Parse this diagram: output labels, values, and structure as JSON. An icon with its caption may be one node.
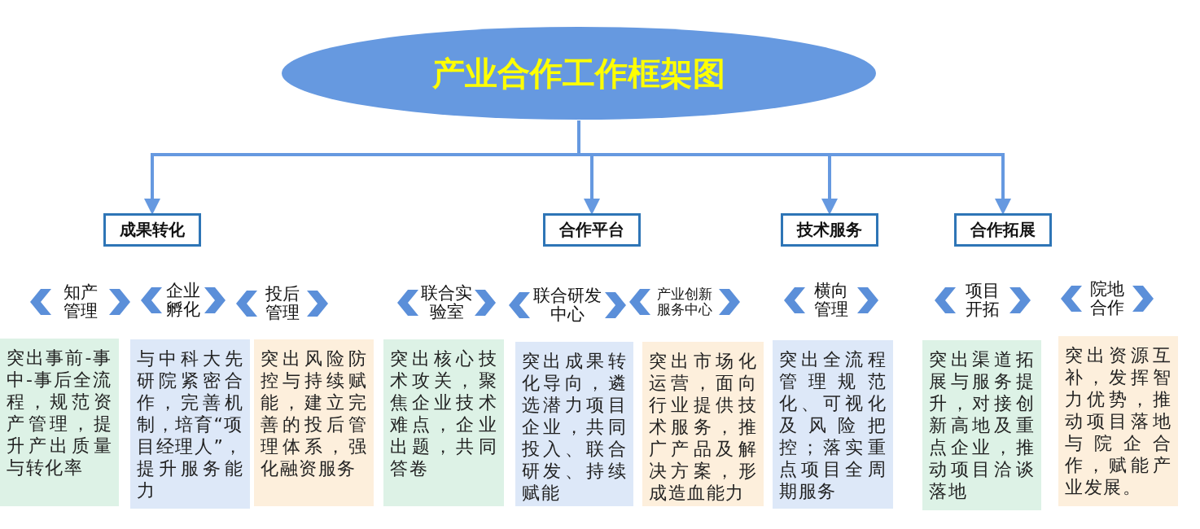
{
  "diagram": {
    "nodes": [
      {
        "text": [
          "产业合作工作框架图"
        ]
      },
      {
        "text": [
          "成果转化"
        ]
      },
      {
        "text": [
          "合作平台"
        ]
      },
      {
        "text": [
          "技术服务"
        ]
      },
      {
        "text": [
          "合作拓展"
        ]
      },
      {
        "text": [
          "知产管理"
        ]
      },
      {
        "text": [
          "企业孵化"
        ]
      },
      {
        "text": [
          "投后管理"
        ]
      },
      {
        "text": [
          "联合实验室"
        ]
      },
      {
        "text": [
          "联合研发中心"
        ]
      },
      {
        "text": [
          "产业创新服务中心"
        ]
      },
      {
        "text": [
          "横向管理"
        ]
      },
      {
        "text": [
          "项目开拓"
        ]
      },
      {
        "text": [
          "院地合作"
        ]
      },
      {
        "text": [
          "突出事前-事中-事后全流程，规范资产管理，提升产出质量与转化率"
        ]
      },
      {
        "text": [
          "与中科大先研院紧密合作，完善机制，培育“项目经理人”，提升服务能力"
        ]
      },
      {
        "text": [
          "突出风险防控与持续赋能，建立完善的投后管理体系，强化融资服务"
        ]
      },
      {
        "text": [
          "突出核心技术攻关，聚焦企业技术难点，企业出题，共同答卷"
        ]
      },
      {
        "text": [
          "突出成果转化导向，遴选潜力项目企业，共同投入、联合研发、持续赋能"
        ]
      },
      {
        "text": [
          "突出市场化运营，面向行业提供技术服务，推广产品及解决方案，形成造血能力"
        ]
      },
      {
        "text": [
          "突出全流程管理规范化、可视化及风险把控；落实重点项目全周期服务"
        ]
      },
      {
        "text": [
          "突出渠道拓展与服务提升，对接创新高地及重点企业，推动项目洽谈落地"
        ]
      },
      {
        "text": [
          "突出资源互补，发挥智力优势，推动项目落地与院企合作，赋能产业发展。"
        ]
      }
    ],
    "edges": [
      {
        "from": 0,
        "to": 1,
        "arrow": "to"
      },
      {
        "from": 0,
        "to": 2,
        "arrow": "to"
      },
      {
        "from": 0,
        "to": 3,
        "arrow": "to"
      },
      {
        "from": 0,
        "to": 4,
        "arrow": "to"
      }
    ]
  }
}
